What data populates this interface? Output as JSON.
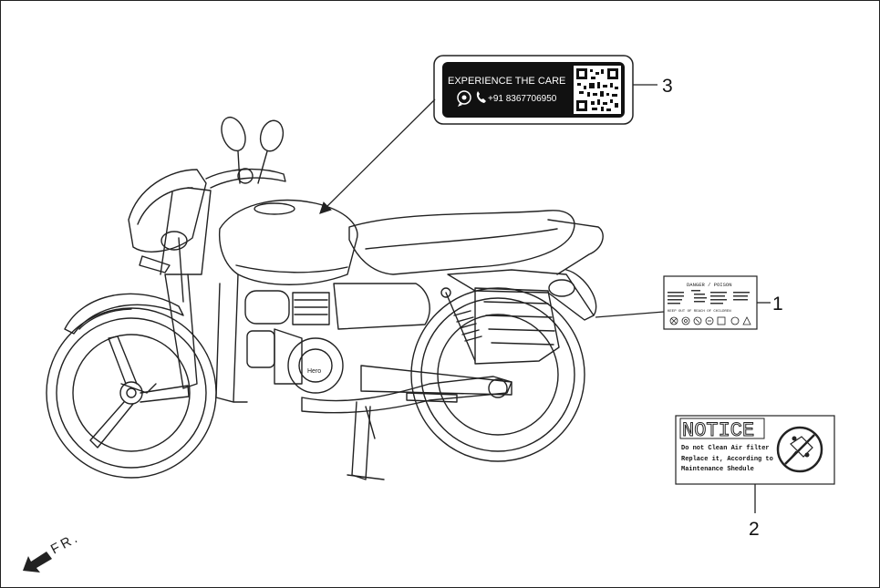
{
  "diagram": {
    "direction_label": "FR.",
    "colors": {
      "line": "#222222",
      "label_dark": "#111111"
    }
  },
  "label_3": {
    "callout": "3",
    "heading": "EXPERIENCE THE CARE",
    "phone": "+91 8367706950",
    "icons": [
      "whatsapp-icon",
      "phone-icon",
      "qr-code"
    ]
  },
  "label_1": {
    "callout": "1",
    "heading": "DANGER / POISON",
    "warning": "KEEP OUT OF REACH OF CHILDREN"
  },
  "label_2": {
    "callout": "2",
    "title": "NOTICE",
    "lines": [
      "Do not Clean Air filter",
      "Replace it, According to",
      "Maintenance Shedule"
    ]
  },
  "bike": {
    "brand_badge": "Hero"
  }
}
